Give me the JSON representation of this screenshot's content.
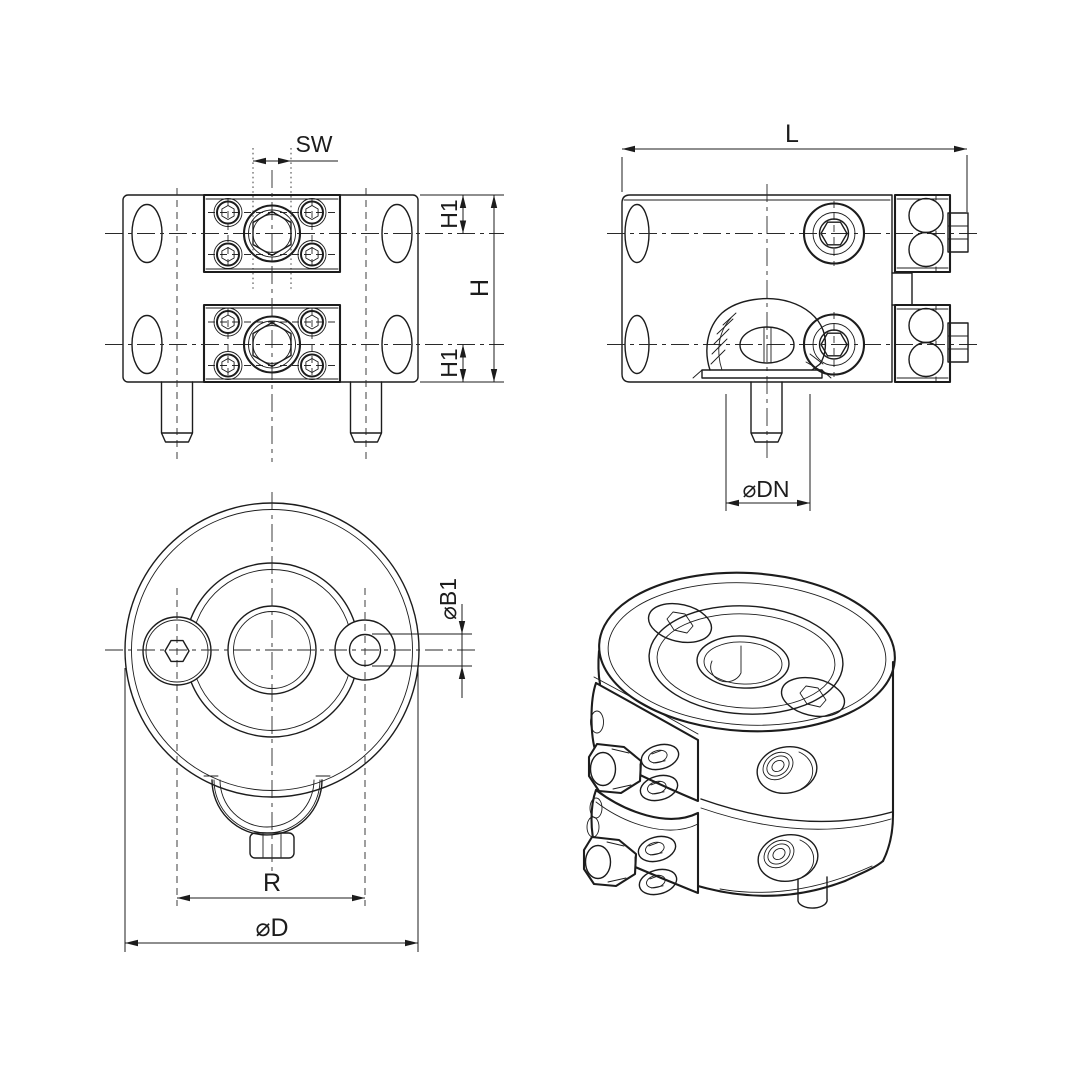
{
  "drawing": {
    "background_color": "#ffffff",
    "line_color": "#1c1c1c",
    "dimension_labels": {
      "sw": "SW",
      "h1_top": "H1",
      "h": "H",
      "h1_bottom": "H1",
      "l": "L",
      "dn": "⌀DN",
      "b1": "⌀B1",
      "r": "R",
      "d": "⌀D"
    }
  }
}
